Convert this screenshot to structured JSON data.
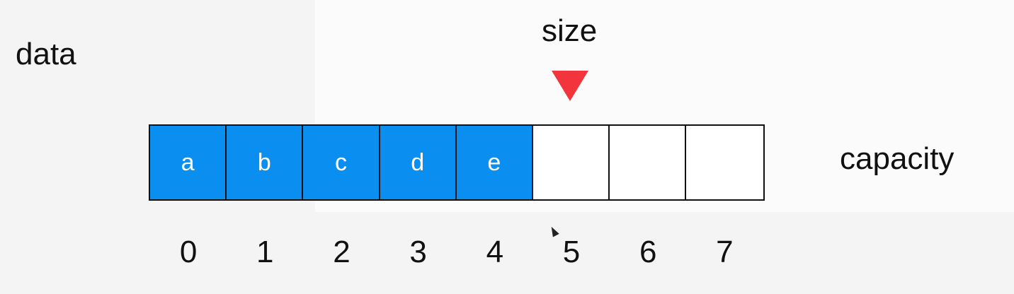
{
  "labels": {
    "data": "data",
    "size": "size",
    "capacity": "capacity"
  },
  "array": {
    "size": 5,
    "capacity": 8,
    "cells": [
      {
        "value": "a",
        "filled": true
      },
      {
        "value": "b",
        "filled": true
      },
      {
        "value": "c",
        "filled": true
      },
      {
        "value": "d",
        "filled": true
      },
      {
        "value": "e",
        "filled": true
      },
      {
        "value": "",
        "filled": false
      },
      {
        "value": "",
        "filled": false
      },
      {
        "value": "",
        "filled": false
      }
    ],
    "indices": [
      "0",
      "1",
      "2",
      "3",
      "4",
      "5",
      "6",
      "7"
    ]
  },
  "colors": {
    "filled_cell": "#0a8ff0",
    "empty_cell": "#ffffff",
    "pointer": "#f2343c",
    "cell_text": "#ffffff"
  },
  "icons": {
    "pointer": "red-down-triangle-icon",
    "cursor": "mouse-cursor-icon"
  }
}
